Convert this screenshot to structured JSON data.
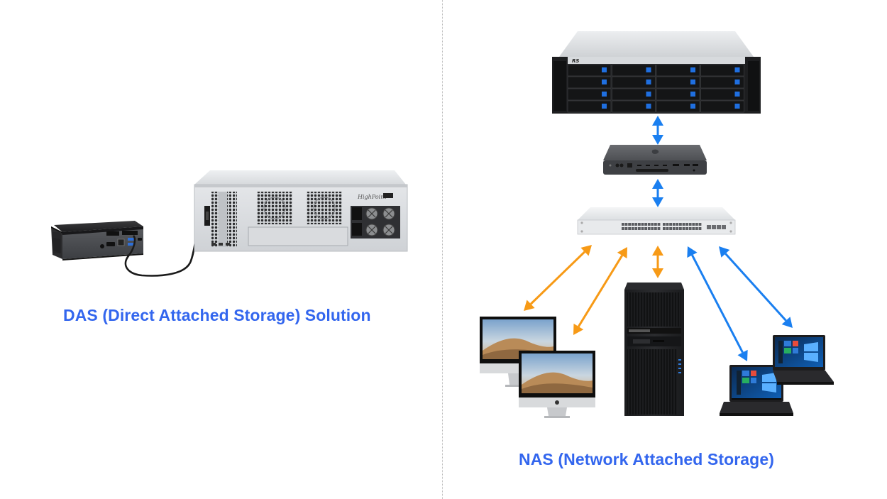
{
  "das": {
    "caption": "DAS (Direct Attached Storage) Solution",
    "devices": [
      {
        "name": "mini-pc",
        "label": "Mini PC (host)"
      },
      {
        "name": "das-enclosure",
        "label": "Rackmount storage enclosure (rear view)",
        "brand_text": "HighPoint"
      }
    ],
    "connection": "direct cable"
  },
  "nas": {
    "caption": "NAS (Network Attached Storage)",
    "devices": [
      {
        "name": "nas-rack-server",
        "label": "16-bay rackmount storage",
        "brand_text": "RS",
        "drive_bays": 16
      },
      {
        "name": "mac-mini",
        "label": "Mac mini server"
      },
      {
        "name": "network-switch",
        "label": "Network switch"
      },
      {
        "name": "imac-1",
        "label": "iMac client"
      },
      {
        "name": "imac-2",
        "label": "iMac client"
      },
      {
        "name": "workstation",
        "label": "Tower workstation client"
      },
      {
        "name": "laptop-1",
        "label": "Windows laptop client"
      },
      {
        "name": "laptop-2",
        "label": "Windows laptop client"
      }
    ],
    "links": [
      {
        "from": "nas-rack-server",
        "to": "mac-mini",
        "color": "blue"
      },
      {
        "from": "mac-mini",
        "to": "network-switch",
        "color": "blue"
      },
      {
        "from": "network-switch",
        "to": "imac-1",
        "color": "orange"
      },
      {
        "from": "network-switch",
        "to": "imac-2",
        "color": "orange"
      },
      {
        "from": "network-switch",
        "to": "workstation",
        "color": "orange"
      },
      {
        "from": "network-switch",
        "to": "laptop-1",
        "color": "blue"
      },
      {
        "from": "network-switch",
        "to": "laptop-2",
        "color": "blue"
      }
    ]
  },
  "colors": {
    "caption": "#3366ee",
    "arrow_blue": "#1a7ff0",
    "arrow_orange": "#f79a16",
    "divider": "#b8b8b8"
  }
}
